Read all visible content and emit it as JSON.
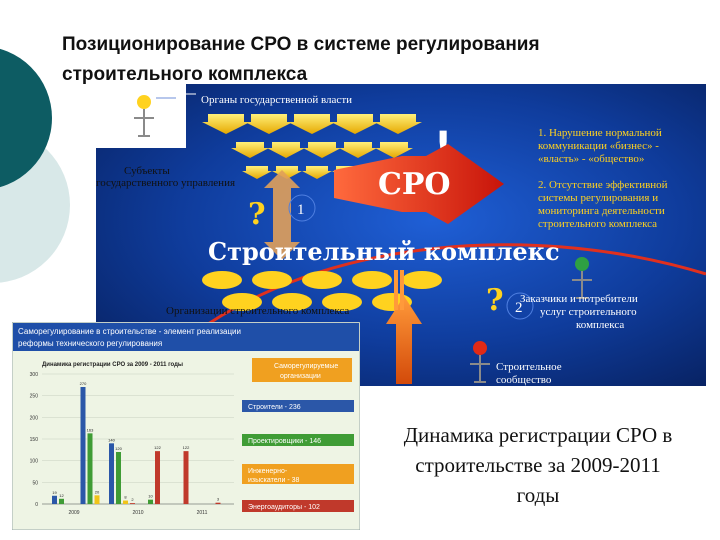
{
  "slide": {
    "title_line1": "Позиционирование СРО в системе регулирования",
    "title_line2": "строительного комплекса",
    "caption_line1": "Динамика регистрации СРО в",
    "caption_line2": "строительстве за 2009-2011",
    "caption_line3": "годы"
  },
  "diagram": {
    "gov_bodies": "Органы государственной власти",
    "gov_subjects_line1": "Субъекты",
    "gov_subjects_line2": "государственного управления",
    "sro": "СРО",
    "complex": "Строительный комплекс",
    "organizations": "Организации строительного комплекса",
    "q_mark": "?",
    "excl_mark": "!",
    "num_1": "1",
    "num_2": "2",
    "point1_line1": "1. Нарушение нормальной",
    "point1_line2": "коммуникации «бизнес» -",
    "point1_line3": "«власть» - «общество»",
    "point2_line1": "2. Отсутствие эффективной",
    "point2_line2": "системы регулирования и",
    "point2_line3": "мониторинга деятельности",
    "point2_line4": "строительного комплекса",
    "customers_line1": "Заказчики и потребители",
    "customers_line2": "услуг строительного",
    "customers_line3": "комплекса",
    "community_line1": "Строительное",
    "community_line2": "сообщество"
  },
  "chart_panel": {
    "header_line1": "Саморегулирование в строительстве - элемент реализации",
    "header_line2": "реформы технического регулирования",
    "chart_title": "Динамика регистрации СРО за 2009 - 2011 годы",
    "legend_title_line1": "Саморегулируемые",
    "legend_title_line2": "организации",
    "legend_builders": "Строители - 236",
    "legend_designers": "Проектировщики - 146",
    "legend_surveyors_line1": "Инженерно-",
    "legend_surveyors_line2": "изыскатели - 38",
    "legend_energy": "Энергоаудиторы - 102"
  },
  "chart_data": {
    "type": "bar",
    "title": "Динамика регистрации СРО за 2009 - 2011 годы",
    "ylim": [
      0,
      300
    ],
    "yticks": [
      "300",
      "250",
      "200",
      "150",
      "100",
      "50",
      "0"
    ],
    "x_labels": [
      "2009",
      "2010",
      "2011"
    ],
    "groups": [
      {
        "bars": [
          {
            "value": 19,
            "label": "19",
            "color": "#2b57a8"
          },
          {
            "value": 12,
            "label": "12",
            "color": "#3f9c35"
          }
        ]
      },
      {
        "bars": [
          {
            "value": 270,
            "label": "270",
            "color": "#2b57a8"
          },
          {
            "value": 163,
            "label": "163",
            "color": "#3f9c35"
          },
          {
            "value": 20,
            "label": "20",
            "color": "#f0c419"
          }
        ]
      },
      {
        "bars": [
          {
            "value": 140,
            "label": "140",
            "color": "#2b57a8"
          },
          {
            "value": 120,
            "label": "120",
            "color": "#3f9c35"
          },
          {
            "value": 8,
            "label": "8",
            "color": "#f0c419"
          },
          {
            "value": 2,
            "label": "2",
            "color": "#c0392b"
          }
        ]
      },
      {
        "bars": [
          {
            "value": 10,
            "label": "10",
            "color": "#3f9c35"
          },
          {
            "value": 122,
            "label": "122",
            "color": "#c0392b"
          }
        ]
      },
      {
        "bars": [
          {
            "value": 122,
            "label": "122",
            "color": "#c0392b"
          }
        ]
      },
      {
        "bars": [
          {
            "value": 3,
            "label": "3",
            "color": "#c0392b"
          }
        ]
      }
    ]
  },
  "colors": {
    "deco_teal": "#0d5c63",
    "deco_light": "#d8e8e8",
    "diagram_bg": "#0a2b7a",
    "diagram_glow": "#1f5fd6",
    "yellow": "#ffd21f",
    "sro_red": "#e02a16",
    "red_curve": "#e0301e"
  }
}
